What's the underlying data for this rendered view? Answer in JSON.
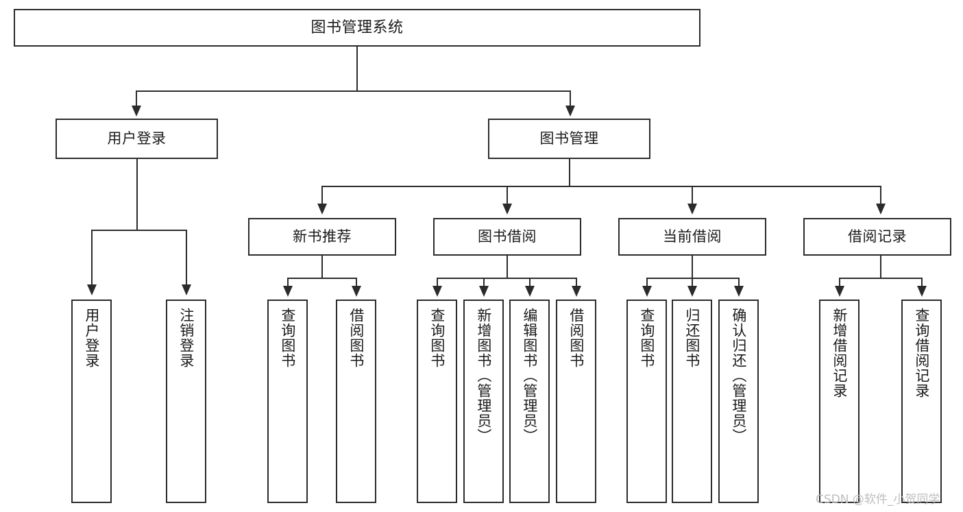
{
  "diagram": {
    "type": "tree",
    "title": "图书管理系统",
    "root": {
      "label": "图书管理系统"
    },
    "level1": [
      {
        "label": "用户登录"
      },
      {
        "label": "图书管理"
      }
    ],
    "level2": [
      {
        "label": "新书推荐"
      },
      {
        "label": "图书借阅"
      },
      {
        "label": "当前借阅"
      },
      {
        "label": "借阅记录"
      }
    ],
    "leaves": {
      "user_login": [
        {
          "label": "用户登录"
        },
        {
          "label": "注销登录"
        }
      ],
      "new_book_recommend": [
        {
          "label": "查询图书"
        },
        {
          "label": "借阅图书"
        }
      ],
      "book_borrow": [
        {
          "label": "查询图书"
        },
        {
          "label": "新增图书（管理员）"
        },
        {
          "label": "编辑图书（管理员）"
        },
        {
          "label": "借阅图书"
        }
      ],
      "current_borrow": [
        {
          "label": "查询图书"
        },
        {
          "label": "归还图书"
        },
        {
          "label": "确认归还（管理员）"
        }
      ],
      "borrow_record": [
        {
          "label": "新增借阅记录"
        },
        {
          "label": "查询借阅记录"
        }
      ]
    }
  },
  "watermark": {
    "text": "CSDN @软件_小贺同学"
  },
  "colors": {
    "stroke": "#2b2b2b",
    "fill": "#ffffff",
    "text": "#1a1a1a",
    "watermark": "#bdbdbd"
  }
}
